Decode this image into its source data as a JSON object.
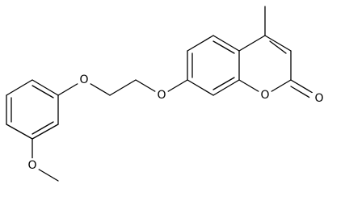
{
  "structure": {
    "atoms": {
      "o_aryl_ether": "O",
      "o_ethoxy": "O",
      "o_lactone_ring": "O",
      "o_carbonyl": "O",
      "o_methoxy": "O"
    }
  },
  "colors": {
    "bond": "#000000",
    "background": "#ffffff"
  }
}
